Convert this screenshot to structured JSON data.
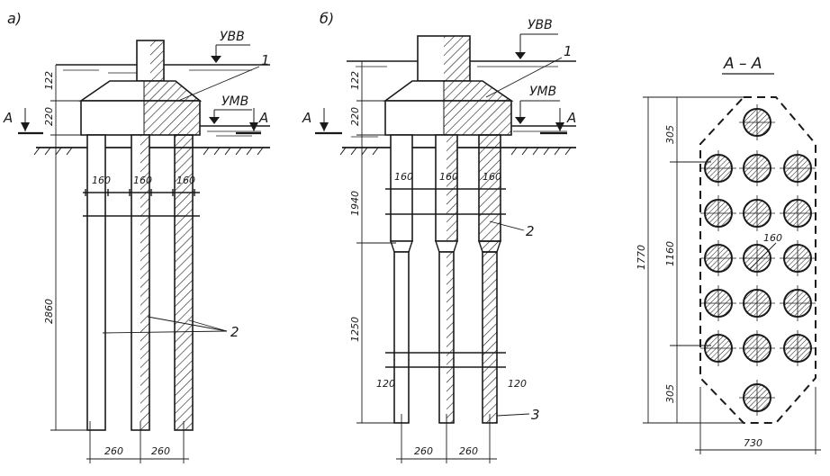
{
  "panels": {
    "a": {
      "letter": "а)",
      "uvv": "УВВ",
      "umv": "УМВ",
      "section_mark": "А",
      "callout_1": "1",
      "callout_2": "2",
      "dims": {
        "d122": "122",
        "d220": "220",
        "d160_1": "160",
        "d160_2": "160",
        "d160_3": "160",
        "d2860": "2860",
        "d260_1": "260",
        "d260_2": "260"
      }
    },
    "b": {
      "letter": "б)",
      "uvv": "УВВ",
      "umv": "УМВ",
      "section_mark": "А",
      "callout_1": "1",
      "callout_2": "2",
      "callout_3": "3",
      "dims": {
        "d122": "122",
        "d220": "220",
        "d160_1": "160",
        "d160_2": "160",
        "d160_3": "160",
        "d1940": "1940",
        "d1250": "1250",
        "d120_1": "120",
        "d120_2": "120",
        "d260_1": "260",
        "d260_2": "260"
      }
    },
    "section": {
      "title": "А – А",
      "d305_top": "305",
      "d1160": "1160",
      "d305_bot": "305",
      "d1770": "1770",
      "d160": "160",
      "d730": "730"
    }
  },
  "colors": {
    "ink": "#1a1a1a",
    "paper": "#ffffff"
  }
}
